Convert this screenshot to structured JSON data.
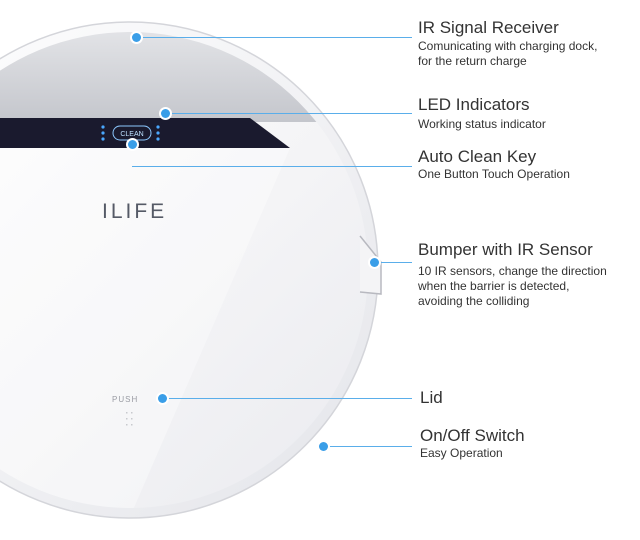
{
  "product": {
    "brand": "ILIFE",
    "button_label": "CLEAN",
    "lid_label": "PUSH"
  },
  "callouts": [
    {
      "title": "IR Signal Receiver",
      "description": "Comunicating with charging dock,\nfor the return charge"
    },
    {
      "title": "LED Indicators",
      "description": "Working status indicator"
    },
    {
      "title": "Auto Clean Key",
      "description": "One Button Touch Operation"
    },
    {
      "title": "Bumper with IR Sensor",
      "description": "10 IR sensors, change the direction\nwhen the barrier is detected,\navoiding the colliding"
    },
    {
      "title": "Lid",
      "description": ""
    },
    {
      "title": "On/Off Switch",
      "description": "Easy Operation"
    }
  ],
  "colors": {
    "accent": "#3a9ee8",
    "line": "#5aaeea",
    "text": "#333333",
    "panel": "#1a1a2e",
    "body": "#f2f2f4"
  }
}
